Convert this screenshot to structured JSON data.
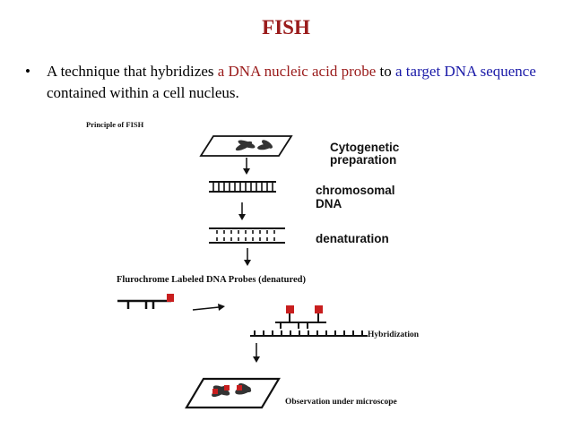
{
  "slide": {
    "title": "FISH",
    "title_color": "#9a1b1b",
    "bullet_symbol": "•",
    "bullet_parts": {
      "p1": "A technique that hybridizes ",
      "p2": "a DNA nucleic acid probe",
      "p3": " to ",
      "p4": "a target DNA sequence",
      "p5": " contained within a cell nucleus."
    },
    "highlight_colors": {
      "red": "#9a1b1b",
      "blue": "#1a1aa8"
    }
  },
  "diagram": {
    "heading": "Principle of FISH",
    "step1": "Cytogenetic preparation",
    "step2": "chromosomal DNA",
    "step3": "denaturation",
    "probes_label": "Flurochrome Labeled DNA Probes (denatured)",
    "hybridization": "Hybridization",
    "observation": "Observation under microscope",
    "probe_color": "#c81e1e"
  }
}
